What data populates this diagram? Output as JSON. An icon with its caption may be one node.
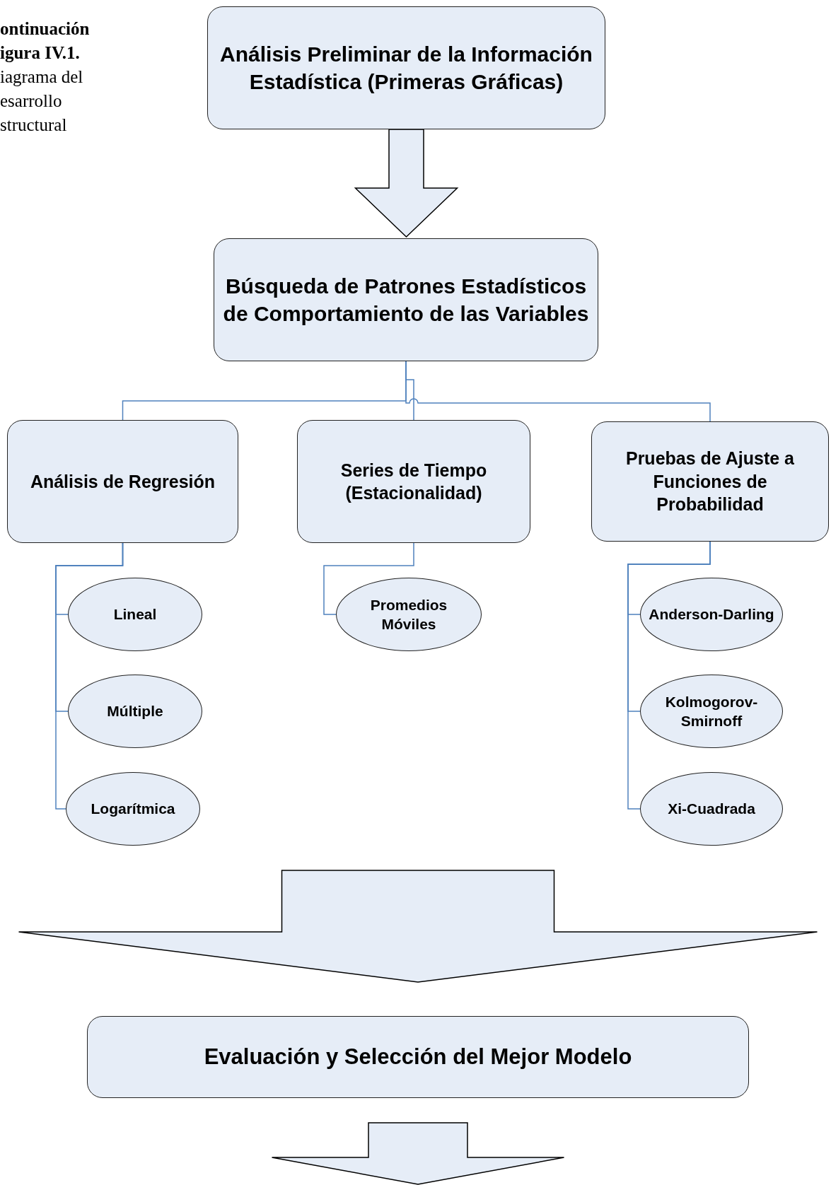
{
  "diagram": {
    "nodes": [
      {
        "text": [
          "Análisis Preliminar de la Información Estadística (Primeras Gráficas)"
        ]
      },
      {
        "text": [
          "Búsqueda de Patrones Estadísticos de Comportamiento de las Variables"
        ]
      },
      {
        "text": [
          "Análisis de Regresión"
        ]
      },
      {
        "text": [
          "Series de Tiempo (Estacionalidad)"
        ]
      },
      {
        "text": [
          "Pruebas de Ajuste a Funciones de Probabilidad"
        ]
      },
      {
        "text": [
          "Lineal"
        ]
      },
      {
        "text": [
          "Múltiple"
        ]
      },
      {
        "text": [
          "Logarítmica"
        ]
      },
      {
        "text": [
          "Promedios Móviles"
        ]
      },
      {
        "text": [
          "Anderson-Darling"
        ]
      },
      {
        "text": [
          "Kolmogorov-Smirnoff"
        ]
      },
      {
        "text": [
          "Xi-Cuadrada"
        ]
      },
      {
        "text": [
          "Evaluación y Selección del Mejor Modelo"
        ]
      }
    ],
    "edges": [
      {
        "from": 0,
        "to": 1,
        "arrow": "to",
        "style": "thick",
        "color": "#000000"
      },
      {
        "from": 1,
        "to": 2,
        "arrow": "none"
      },
      {
        "from": 1,
        "to": 3,
        "arrow": "none"
      },
      {
        "from": 1,
        "to": 4,
        "arrow": "none"
      },
      {
        "from": 2,
        "to": 5,
        "arrow": "none"
      },
      {
        "from": 2,
        "to": 6,
        "arrow": "none"
      },
      {
        "from": 2,
        "to": 7,
        "arrow": "none"
      },
      {
        "from": 3,
        "to": 8,
        "arrow": "none"
      },
      {
        "from": 4,
        "to": 9,
        "arrow": "none"
      },
      {
        "from": 4,
        "to": 10,
        "arrow": "none"
      },
      {
        "from": 4,
        "to": 11,
        "arrow": "none"
      },
      {
        "from": null,
        "to": 12,
        "arrow": "to",
        "style": "thick",
        "color": "#000000"
      },
      {
        "from": 12,
        "to": null,
        "arrow": "to",
        "style": "thick",
        "color": "#000000"
      }
    ],
    "labels": [
      "ontinuación igura IV.1.",
      "iagrama del esarrollo structural"
    ]
  }
}
